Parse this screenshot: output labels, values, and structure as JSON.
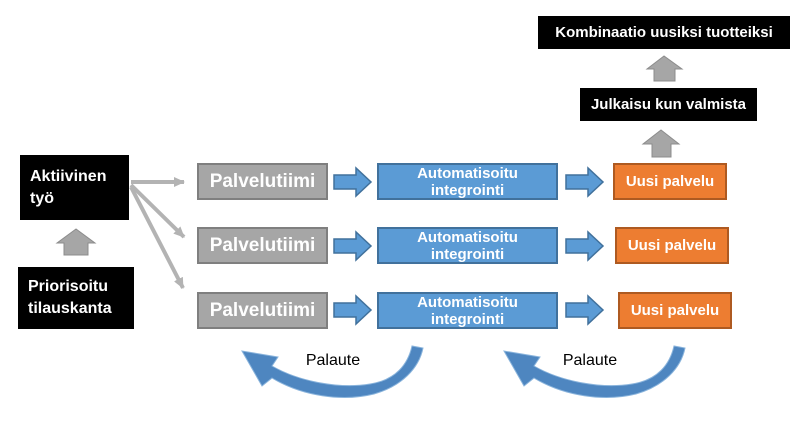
{
  "left_flow": {
    "backlog_label": "Priorisoitu tilauskanta",
    "active_label": "Aktiivinen työ"
  },
  "rows": [
    {
      "team": "Palvelutiimi",
      "integration": "Automatisoitu integrointi",
      "service": "Uusi palvelu"
    },
    {
      "team": "Palvelutiimi",
      "integration": "Automatisoitu integrointi",
      "service": "Uusi palvelu"
    },
    {
      "team": "Palvelutiimi",
      "integration": "Automatisoitu integrointi",
      "service": "Uusi palvelu"
    }
  ],
  "top_flow": {
    "publish_label": "Julkaisu kun valmista",
    "combination_label": "Kombinaatio uusiksi tuotteiksi"
  },
  "feedback": {
    "labels": [
      "Palaute",
      "Palaute"
    ]
  },
  "icons": {
    "up_arrow": "gray block arrow pointing up",
    "right_arrow": "blue block arrow pointing right",
    "fan_arrow": "thin gray arrow fanning to rows",
    "feedback_arrow": "blue curved swoosh arrow pointing up-left"
  },
  "colors": {
    "background": "#ffffff",
    "black_box": "#000000",
    "gray_box": "#a6a6a6",
    "gray_box_border": "#7f7f7f",
    "blue": "#5b9bd5",
    "blue_border": "#41719c",
    "orange": "#ed7d31",
    "orange_border": "#ae5a21",
    "gray_arrow": "#a6a6a6",
    "fan_arrow": "#b3b3b3",
    "feedback_arrow": "#4e86c0",
    "text_white": "#ffffff",
    "text_black": "#000000"
  }
}
